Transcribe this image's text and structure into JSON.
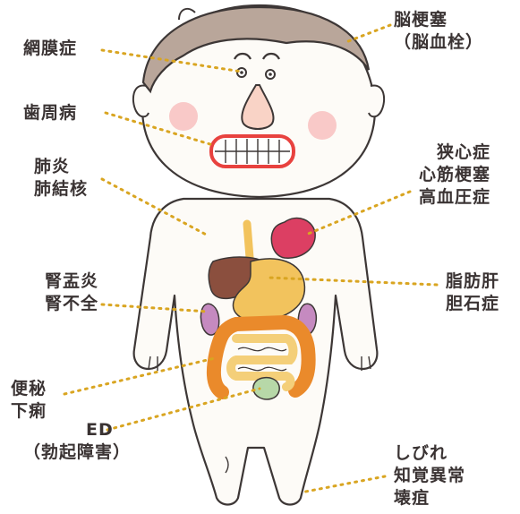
{
  "labels": {
    "eye": {
      "name": "網膜症"
    },
    "teeth": {
      "name": "歯周病"
    },
    "lung": {
      "line1": "肺炎",
      "line2": "肺結核"
    },
    "kidney": {
      "line1": "腎盂炎",
      "line2": "腎不全"
    },
    "bowel": {
      "line1": "便秘",
      "line2": "下痢"
    },
    "urinary": {
      "line1": "ED",
      "line2": "（勃起障害）"
    },
    "brain": {
      "line1": "脳梗塞",
      "line2": "（脳血栓）"
    },
    "heart": {
      "line1": "狭心症",
      "line2": "心筋梗塞",
      "line3": "高血圧症"
    },
    "liver": {
      "line1": "脂肪肝",
      "line2": "胆石症"
    },
    "foot": {
      "line1": "しびれ",
      "line2": "知覚異常",
      "line3": "壊疽"
    }
  },
  "colors": {
    "leader_line": "#d9a521",
    "text": "#3a3333",
    "hair": "#b9a69a",
    "skin": "#fdfbf7",
    "cheek": "#f7b4b4",
    "nose": "#f9d3c6",
    "lips": "#e8423f",
    "heart": "#dc3f63",
    "liver": "#8b4f3e",
    "stomach": "#f2c35d",
    "kidney": "#c58ac0",
    "intestine_large": "#ea8a2b",
    "intestine_small": "#f4cf79",
    "bladder": "#b7d8a8"
  }
}
